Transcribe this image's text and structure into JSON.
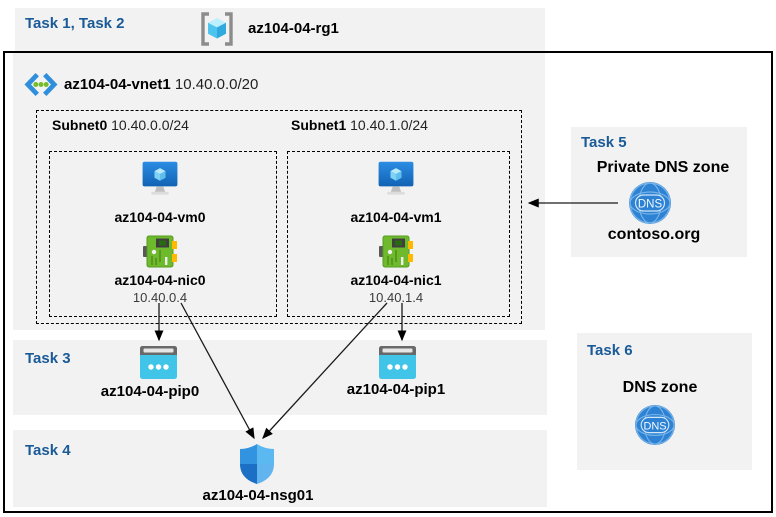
{
  "header": {
    "tasks_label": "Task 1, Task 2",
    "resource_group": "az104-04-rg1"
  },
  "vnet": {
    "name": "az104-04-vnet1",
    "cidr": "10.40.0.0/20",
    "subnets": [
      {
        "name": "Subnet0",
        "cidr": "10.40.0.0/24",
        "vm": "az104-04-vm0",
        "nic": "az104-04-nic0",
        "ip": "10.40.0.4"
      },
      {
        "name": "Subnet1",
        "cidr": "10.40.1.0/24",
        "vm": "az104-04-vm1",
        "nic": "az104-04-nic1",
        "ip": "10.40.1.4"
      }
    ]
  },
  "task3": {
    "label": "Task 3",
    "pip0": "az104-04-pip0",
    "pip1": "az104-04-pip1"
  },
  "task4": {
    "label": "Task 4",
    "nsg": "az104-04-nsg01"
  },
  "task5": {
    "label": "Task 5",
    "title": "Private DNS zone",
    "zone_name": "contoso.org",
    "dns_icon_text": "DNS"
  },
  "task6": {
    "label": "Task 6",
    "title": "DNS zone",
    "dns_icon_text": "DNS"
  },
  "icons": {
    "resource_group": "resource-group-icon",
    "virtual_network": "vnet-icon",
    "virtual_machine": "vm-icon",
    "network_interface": "nic-icon",
    "public_ip": "public-ip-icon",
    "network_security_group": "nsg-shield-icon",
    "dns_zone": "dns-globe-icon"
  },
  "colors": {
    "task_label_blue": "#1A5A97",
    "panel_gray": "#F2F2F2",
    "border_black": "#000000",
    "accent_cyan": "#45C6EA",
    "accent_green": "#76BC2D",
    "accent_blue": "#2E8FDE",
    "nsg_dark_blue": "#1B6FC4",
    "dns_blue": "#2E82D4"
  }
}
